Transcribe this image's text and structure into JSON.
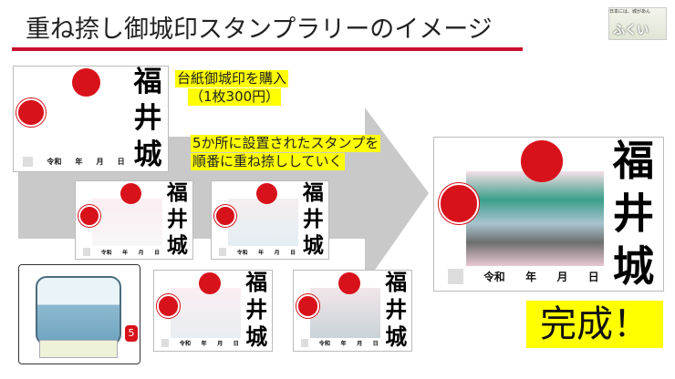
{
  "header": {
    "title": "重ね捺し御城印スタンプラリーのイメージ"
  },
  "logo": {
    "text_small": "日本には、城があん",
    "text_big": "ふくい"
  },
  "colors": {
    "accent_red": "#c8102e",
    "highlight": "#ffff00",
    "arrow_gray": "#c8c8c8"
  },
  "card": {
    "kanji": [
      "福",
      "井",
      "城"
    ],
    "date": [
      "令和",
      "年",
      "月",
      "日"
    ]
  },
  "steps": {
    "purchase": "台紙御城印を購入",
    "price": "（1枚300円）",
    "stamp_line1": "5か所に設置されたスタンプを",
    "stamp_line2": "順番に重ね捺ししていく"
  },
  "stamp": {
    "number": "5"
  },
  "result": {
    "complete": "完成！"
  }
}
